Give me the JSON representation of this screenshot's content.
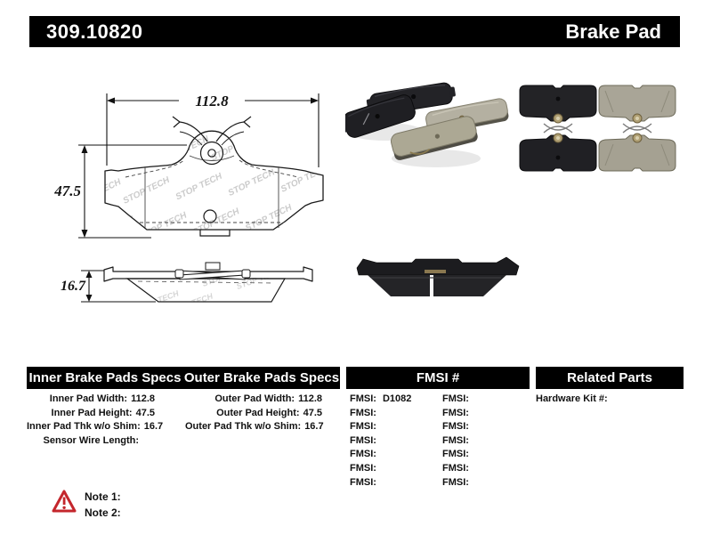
{
  "title_bar": {
    "part_number": "309.10820",
    "product_type": "Brake Pad"
  },
  "drawing": {
    "width_dim": "112.8",
    "height_dim": "47.5",
    "thickness_dim": "16.7",
    "watermark": "STOP TECH"
  },
  "tables": {
    "inner": {
      "title": "Inner Brake Pads Specs",
      "rows": [
        {
          "label": "Inner Pad Width:",
          "value": "112.8"
        },
        {
          "label": "Inner Pad Height:",
          "value": "47.5"
        },
        {
          "label": "Inner Pad Thk w/o Shim:",
          "value": "16.7"
        },
        {
          "label": "Sensor Wire Length:",
          "value": ""
        }
      ]
    },
    "outer": {
      "title": "Outer Brake Pads Specs",
      "rows": [
        {
          "label": "Outer Pad Width:",
          "value": "112.8"
        },
        {
          "label": "Outer Pad Height:",
          "value": "47.5"
        },
        {
          "label": "Outer Pad Thk w/o Shim:",
          "value": "16.7"
        }
      ]
    },
    "fmsi": {
      "title": "FMSI #",
      "left": [
        {
          "label": "FMSI:",
          "value": "D1082"
        },
        {
          "label": "FMSI:",
          "value": ""
        },
        {
          "label": "FMSI:",
          "value": ""
        },
        {
          "label": "FMSI:",
          "value": ""
        },
        {
          "label": "FMSI:",
          "value": ""
        },
        {
          "label": "FMSI:",
          "value": ""
        },
        {
          "label": "FMSI:",
          "value": ""
        }
      ],
      "right": [
        {
          "label": "FMSI:",
          "value": ""
        },
        {
          "label": "FMSI:",
          "value": ""
        },
        {
          "label": "FMSI:",
          "value": ""
        },
        {
          "label": "FMSI:",
          "value": ""
        },
        {
          "label": "FMSI:",
          "value": ""
        },
        {
          "label": "FMSI:",
          "value": ""
        },
        {
          "label": "FMSI:",
          "value": ""
        }
      ]
    },
    "related": {
      "title": "Related Parts",
      "rows": [
        {
          "label": "Hardware Kit #:",
          "value": ""
        }
      ]
    }
  },
  "notes": {
    "items": [
      {
        "label": "Note 1:"
      },
      {
        "label": "Note 2:"
      }
    ]
  },
  "colors": {
    "bar_bg": "#000000",
    "bar_text": "#ffffff",
    "warning_red": "#c4262c",
    "pad_dark": "#232327",
    "pad_light": "#aba795",
    "clip_gold": "#a8956a",
    "watermark_gray": "#cbcbcb"
  }
}
